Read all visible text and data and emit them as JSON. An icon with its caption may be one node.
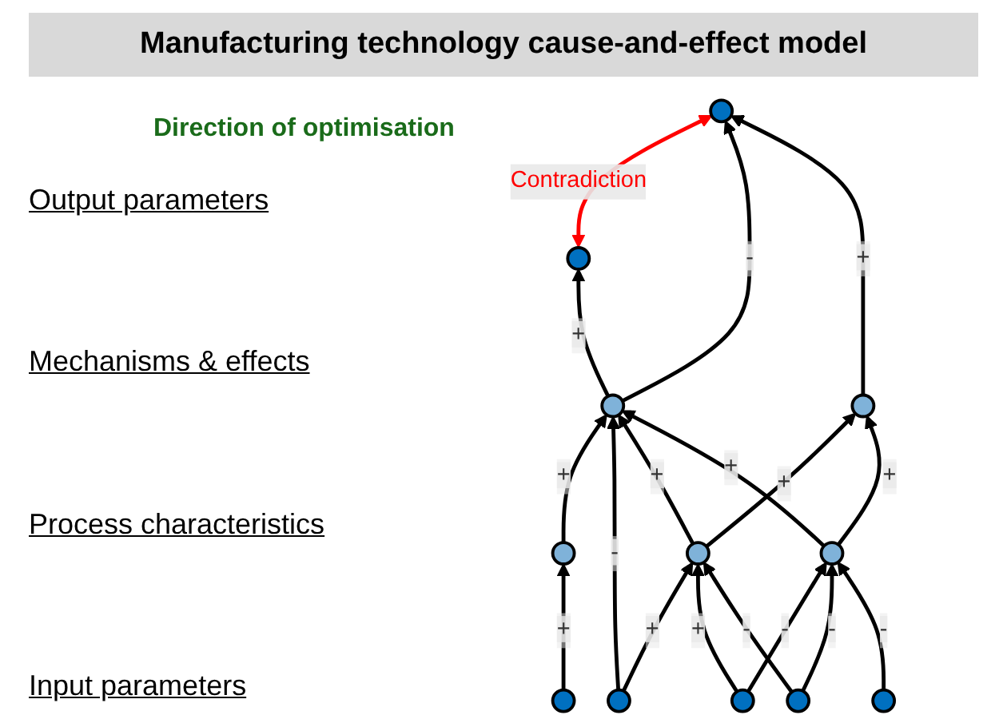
{
  "diagram": {
    "title": "Manufacturing technology cause-and-effect model",
    "nodes": [
      {
        "text": [],
        "shape": "circle"
      },
      {
        "text": [],
        "shape": "circle"
      },
      {
        "text": [],
        "shape": "circle"
      },
      {
        "text": [],
        "shape": "circle"
      },
      {
        "text": [],
        "shape": "circle"
      },
      {
        "text": [],
        "shape": "circle"
      },
      {
        "text": [],
        "shape": "circle"
      },
      {
        "text": [],
        "shape": "circle"
      },
      {
        "text": [],
        "shape": "circle"
      },
      {
        "text": [],
        "shape": "circle"
      },
      {
        "text": [],
        "shape": "circle"
      },
      {
        "text": [],
        "shape": "circle"
      }
    ],
    "edges": [
      {
        "from": 0,
        "to": 1,
        "arrow": "both",
        "label": "Contradiction",
        "color": "#ff0000"
      },
      {
        "from": 2,
        "to": 0,
        "arrow": "to",
        "label": "+"
      },
      {
        "from": 2,
        "to": 1,
        "arrow": "to",
        "label": "-"
      },
      {
        "from": 3,
        "to": 1,
        "arrow": "to",
        "label": "+"
      },
      {
        "from": 4,
        "to": 2,
        "arrow": "to",
        "label": "+"
      },
      {
        "from": 8,
        "to": 2,
        "arrow": "to",
        "label": "-"
      },
      {
        "from": 5,
        "to": 2,
        "arrow": "to",
        "label": "+"
      },
      {
        "from": 6,
        "to": 2,
        "arrow": "to",
        "label": "+"
      },
      {
        "from": 5,
        "to": 3,
        "arrow": "to",
        "label": "+"
      },
      {
        "from": 6,
        "to": 3,
        "arrow": "to",
        "label": "+"
      },
      {
        "from": 7,
        "to": 4,
        "arrow": "to",
        "label": "+"
      },
      {
        "from": 8,
        "to": 5,
        "arrow": "to",
        "label": "+"
      },
      {
        "from": 9,
        "to": 5,
        "arrow": "to",
        "label": "+"
      },
      {
        "from": 10,
        "to": 5,
        "arrow": "to",
        "label": "-"
      },
      {
        "from": 9,
        "to": 6,
        "arrow": "to",
        "label": "-"
      },
      {
        "from": 10,
        "to": 6,
        "arrow": "to",
        "label": "-"
      },
      {
        "from": 11,
        "to": 6,
        "arrow": "to",
        "label": "-"
      }
    ],
    "labels": [
      "Direction of optimisation",
      "Output parameters",
      "Mechanisms & effects",
      "Process characteristics",
      "Input parameters"
    ]
  }
}
